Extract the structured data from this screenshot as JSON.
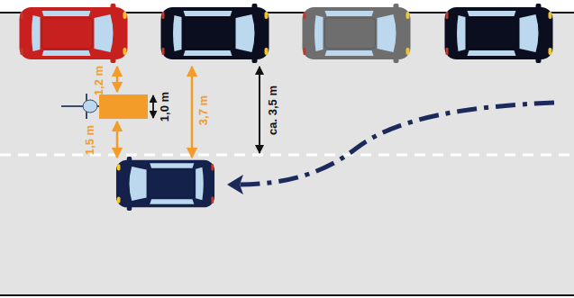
{
  "diagram": {
    "labels": [
      "1,2 m",
      "1,5 m",
      "1,0 m",
      "3,7 m",
      "ca. 3,5 m"
    ]
  }
}
